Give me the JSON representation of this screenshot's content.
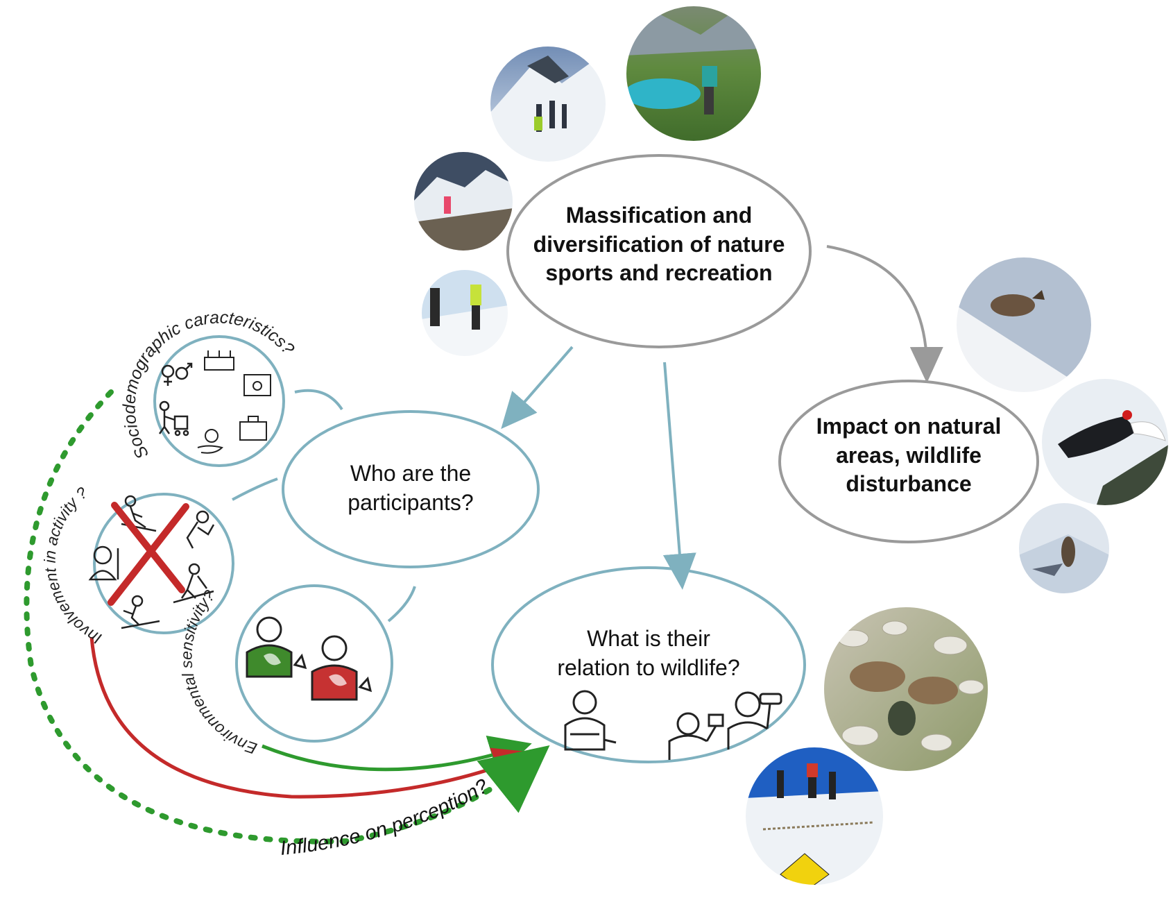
{
  "nodes": {
    "massification": {
      "line1": "Massification and",
      "line2": "diversification of nature",
      "line3": "sports and recreation"
    },
    "impact": {
      "line1": "Impact on natural",
      "line2": "areas, wildlife",
      "line3": "disturbance"
    },
    "participants": {
      "line1": "Who are the",
      "line2": "participants?"
    },
    "relation": {
      "line1": "What is their",
      "line2": "relation to wildlife?"
    }
  },
  "factors": {
    "sociodemographic": "Sociodemographic caracteristics?",
    "involvement": "Involvement in activity ?",
    "environmental": "Environmental sensitivity?"
  },
  "influence_label": "Influence on perception?",
  "photos": [
    {
      "name": "ski-touring-photo",
      "subject": "ski touring"
    },
    {
      "name": "hiking-lake-photo",
      "subject": "hiking by a lake"
    },
    {
      "name": "trail-running-photo",
      "subject": "trail running"
    },
    {
      "name": "snowshoeing-photo",
      "subject": "snowshoeing"
    },
    {
      "name": "chamois-running-photo",
      "subject": "chamois in snow"
    },
    {
      "name": "black-grouse-photo",
      "subject": "black grouse in flight"
    },
    {
      "name": "chamois-snow-photo",
      "subject": "chamois"
    },
    {
      "name": "ibex-photographer-photo",
      "subject": "ibex with photographer"
    },
    {
      "name": "ski-tourers-sign-photo",
      "subject": "ski tourers near wildlife sign"
    }
  ],
  "colors": {
    "teal": "#7fb1bf",
    "gray": "#9a9a9a",
    "green": "#2e9a2e",
    "red": "#c42a2a",
    "shirt_green": "#3f8a2c",
    "shirt_red": "#c63232"
  }
}
